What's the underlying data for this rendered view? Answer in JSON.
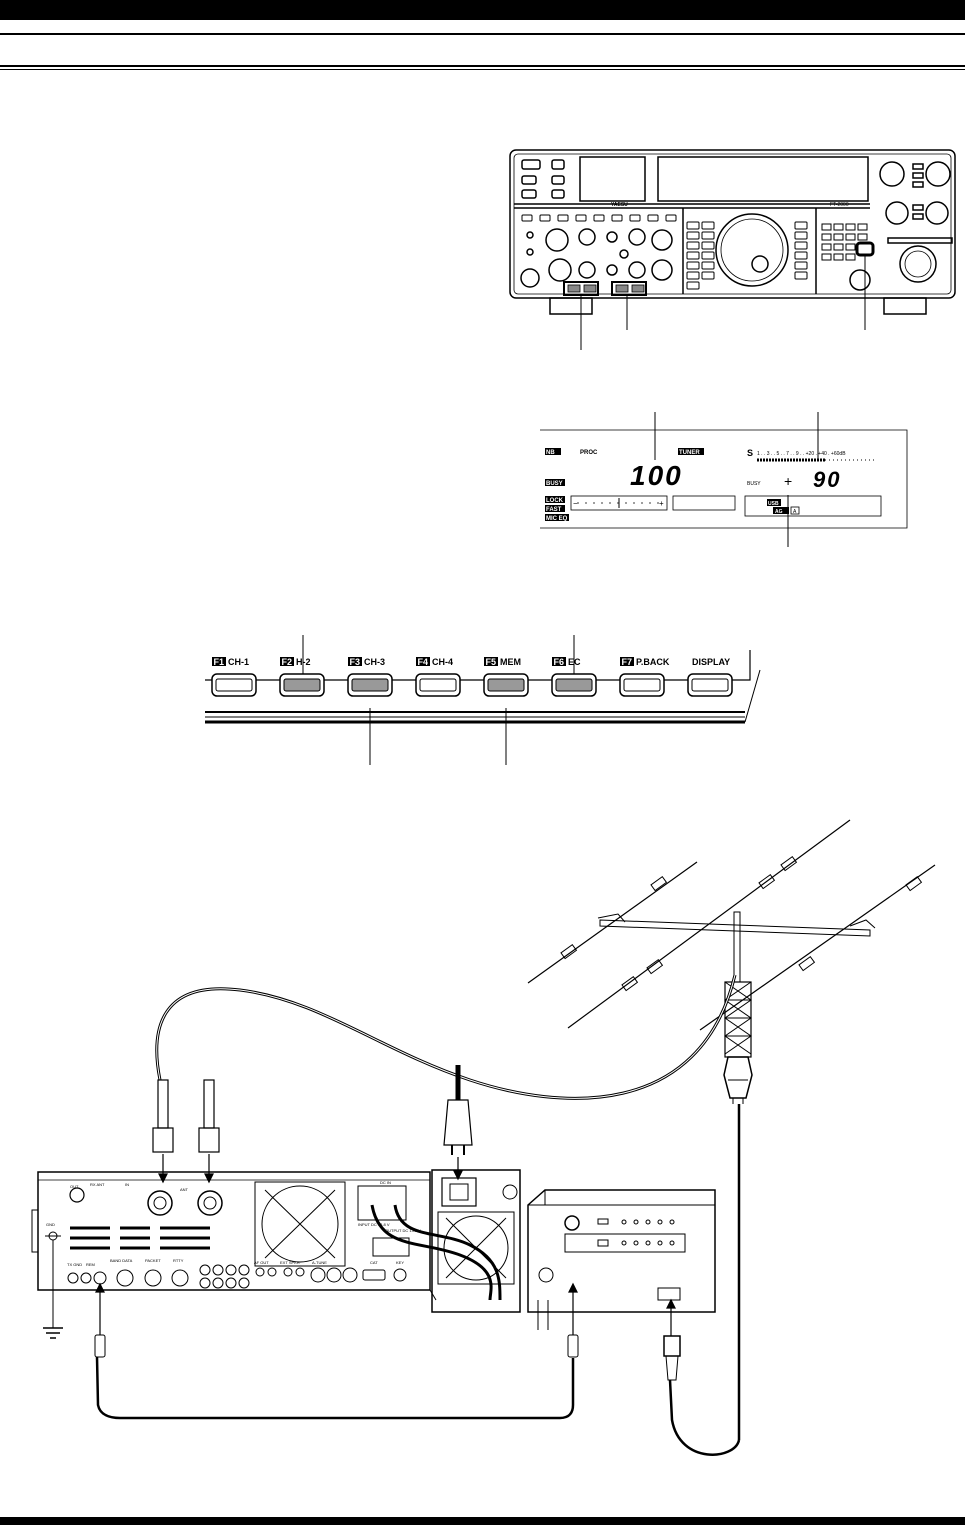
{
  "radio_front": {
    "brand": "YAESU",
    "model": "FT-2000"
  },
  "lcd": {
    "nb": "NB",
    "proc": "PROC",
    "tuner": "TUNER",
    "busy_left": "BUSY",
    "power_value": "100",
    "s_label": "S",
    "s_scale": "1 . . 3 . . 5 . . 7 . . 9 . . +20 . +40 . +60dB",
    "busy_right": "BUSY",
    "right_value": "90",
    "lock": "LOCK",
    "fast": "FAST",
    "mic_eq": "MIC EQ",
    "mode": "USB",
    "agc": "AG",
    "vfo": "A"
  },
  "function_keys": [
    {
      "num": "F1",
      "label": "CH-1",
      "highlight": false
    },
    {
      "num": "F2",
      "label": "H-2",
      "highlight": true
    },
    {
      "num": "F3",
      "label": "CH-3",
      "highlight": true
    },
    {
      "num": "F4",
      "label": "CH-4",
      "highlight": false
    },
    {
      "num": "F5",
      "label": "MEM",
      "highlight": true
    },
    {
      "num": "F6",
      "label": "EC",
      "highlight": true
    },
    {
      "num": "F7",
      "label": "P.BACK",
      "highlight": false
    },
    {
      "num": "",
      "label": "DISPLAY",
      "highlight": false
    }
  ],
  "rear_panel": {
    "gnd": "GND",
    "rx_ant": "RX ANT",
    "out": "OUT",
    "in": "IN",
    "ant": "ANT",
    "input_dc": "INPUT DC 13.8 V",
    "output_dc": "OUTPUT DC 13.8 V",
    "dc_in": "DC IN",
    "ext_spkr": "EXT SPKR",
    "af_out": "AF OUT",
    "a_tune": "A-TUNE",
    "cat": "CAT",
    "key": "KEY",
    "packet": "PACKET",
    "rtty": "RTTY",
    "band_data": "BAND DATA",
    "rem": "REM",
    "tx_gnd": "TX GND"
  }
}
